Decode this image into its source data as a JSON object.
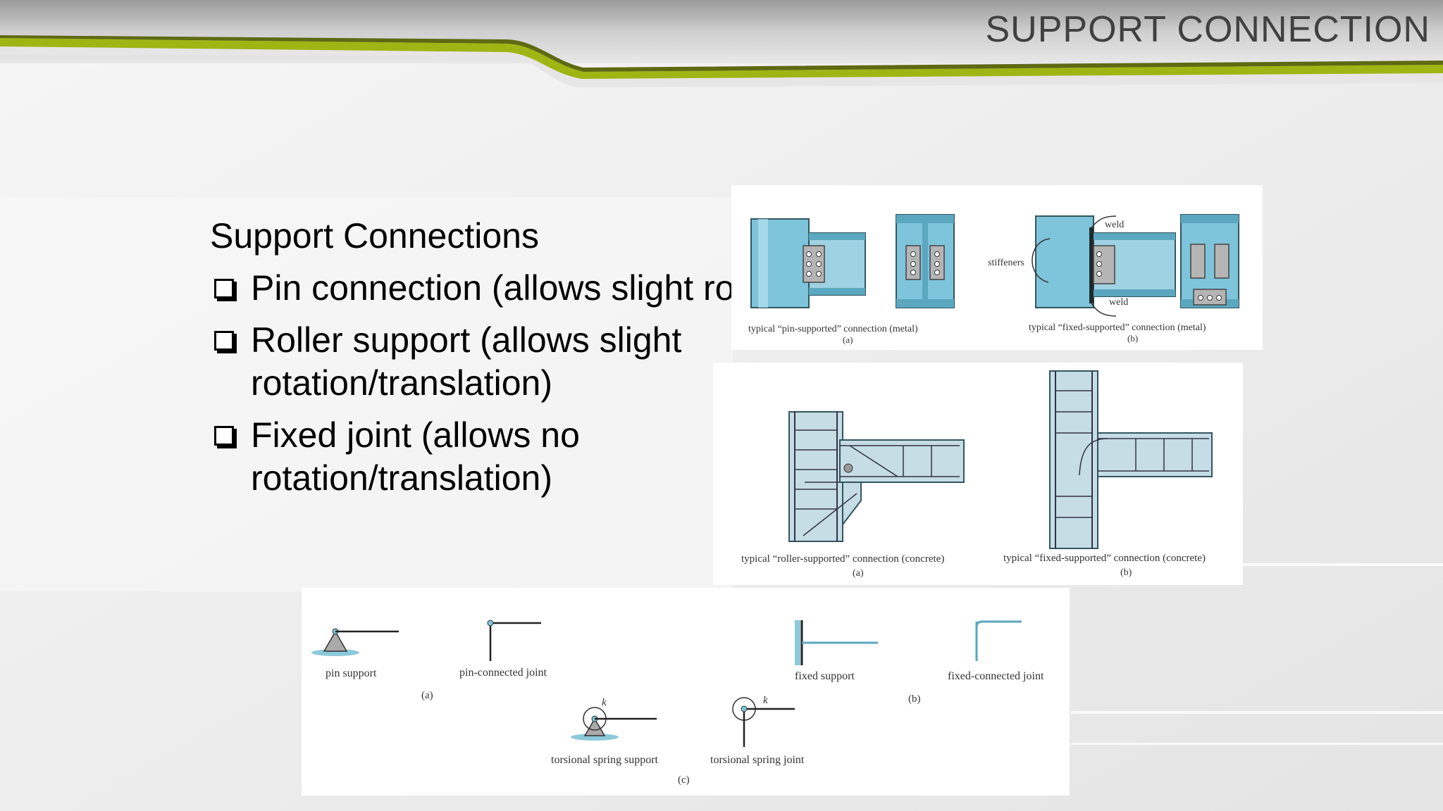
{
  "slide": {
    "title": "SUPPORT CONNECTION",
    "heading": "Support Connections",
    "bullets": [
      {
        "line1": "Pin connection (allows slight rotation)",
        "line2": ""
      },
      {
        "line1": "Roller support (allows slight",
        "line2": "rotation/translation)"
      },
      {
        "line1": "Fixed joint (allows no",
        "line2": "rotation/translation)"
      }
    ]
  },
  "figure_metal": {
    "caption_a": "typical “pin-supported” connection (metal)",
    "label_a": "(a)",
    "caption_b": "typical “fixed-supported” connection (metal)",
    "label_b": "(b)",
    "weld_top": "weld",
    "weld_bottom": "weld",
    "stiffeners": "stiffeners"
  },
  "figure_concrete": {
    "caption_a": "typical “roller-supported” connection (concrete)",
    "label_a": "(a)",
    "caption_b": "typical “fixed-supported” connection (concrete)",
    "label_b": "(b)"
  },
  "figure_idealized": {
    "pin_support": "pin support",
    "pin_joint": "pin-connected joint",
    "label_a": "(a)",
    "fixed_support": "fixed support",
    "fixed_joint": "fixed-connected joint",
    "label_b": "(b)",
    "spring_support": "torsional spring support",
    "spring_joint": "torsional spring joint",
    "spring_k1": "k",
    "spring_k2": "k",
    "label_c": "(c)"
  },
  "colors": {
    "accent_green": "#9fb514",
    "steel_blue": "#7ec4da",
    "concrete": "#c6dde6"
  }
}
